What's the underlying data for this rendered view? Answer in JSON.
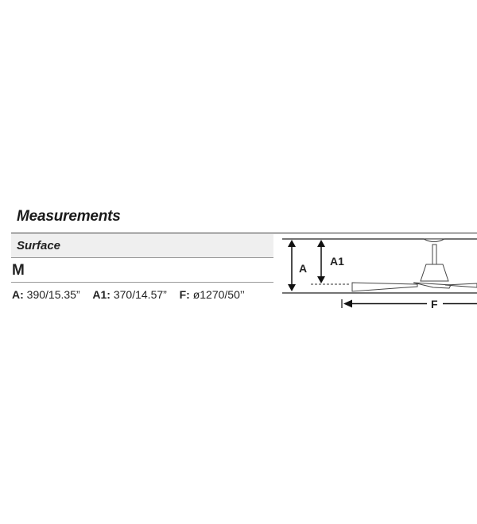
{
  "section": {
    "title": "Measurements",
    "subtitle": "Surface"
  },
  "model": "M",
  "dimensions": [
    {
      "key": "A:",
      "value": "390/15.35”"
    },
    {
      "key": "A1:",
      "value": "370/14.57”"
    },
    {
      "key": "F:",
      "value": "ø1270/50’’"
    }
  ],
  "diagram": {
    "label_a": "A",
    "label_a1": "A1",
    "label_f": "F"
  }
}
